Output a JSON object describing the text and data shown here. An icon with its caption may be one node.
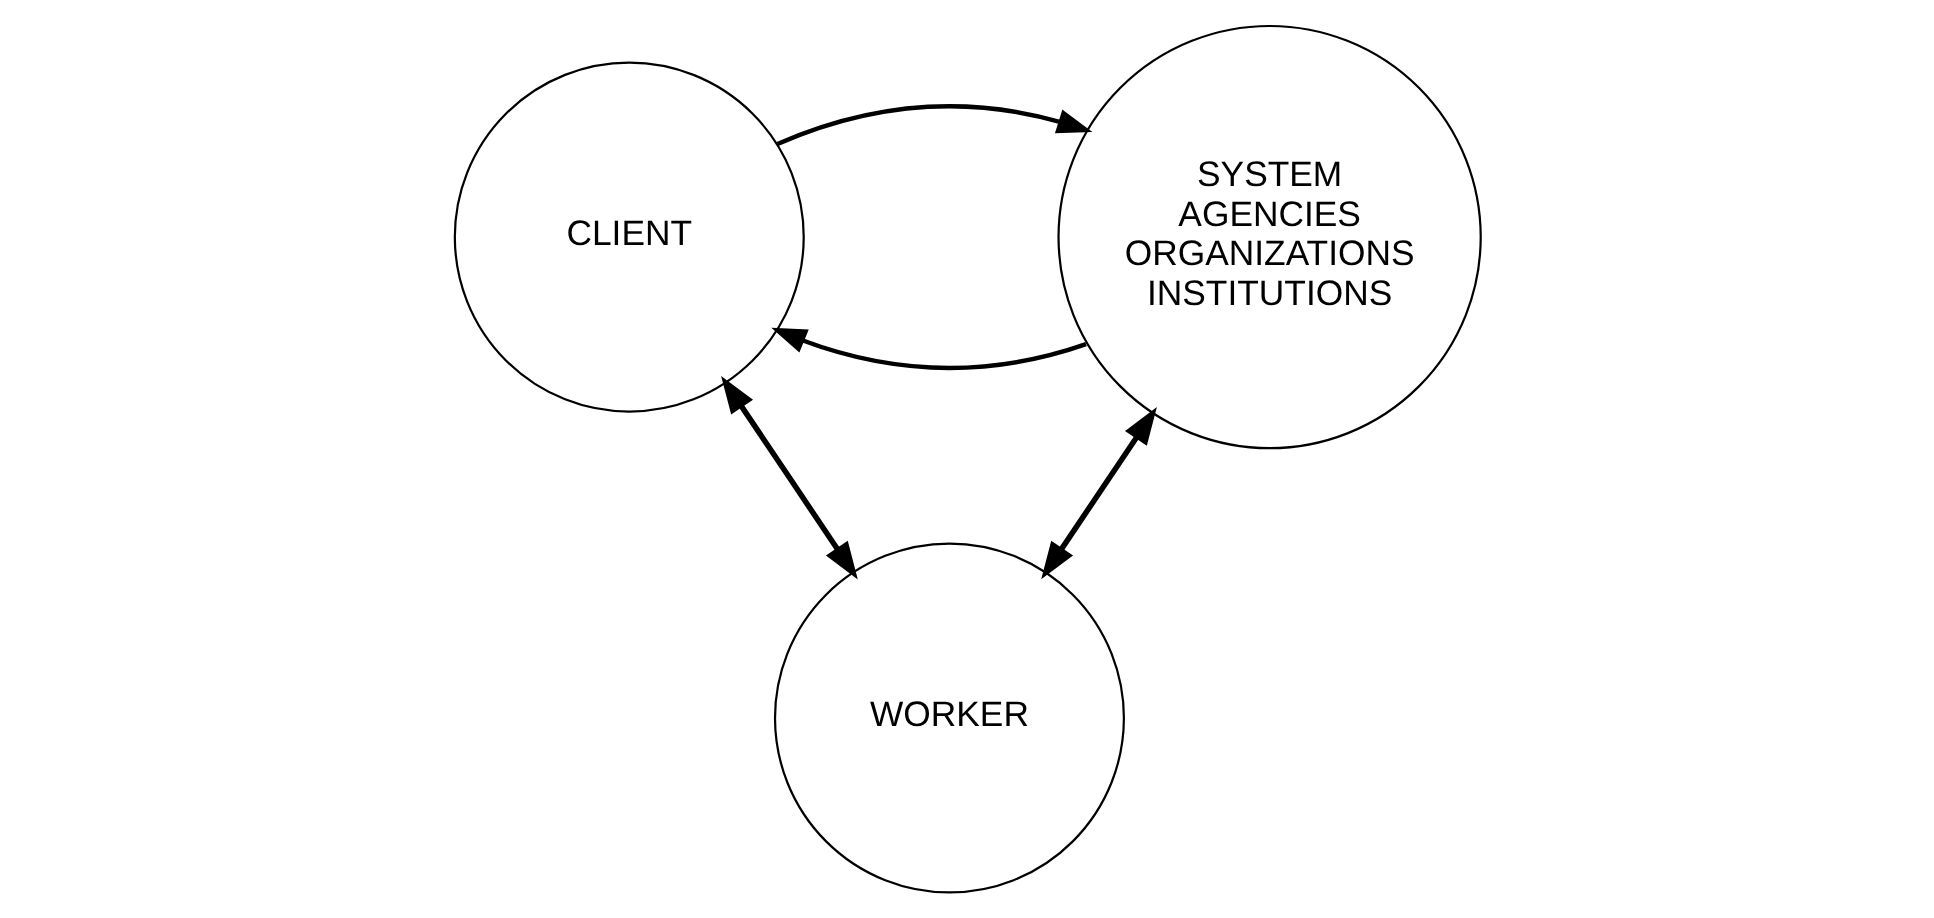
{
  "diagram": {
    "nodes": [
      {
        "text": [
          "CLIENT"
        ]
      },
      {
        "text": [
          "SYSTEM",
          "AGENCIES",
          "ORGANIZATIONS",
          "INSTITUTIONS"
        ]
      },
      {
        "text": [
          "WORKER"
        ]
      }
    ],
    "edges": [
      {
        "from": 1,
        "to": 0,
        "arrow": "to"
      },
      {
        "from": 0,
        "to": 1,
        "arrow": "to"
      },
      {
        "from": 0,
        "to": 2,
        "arrow": "both"
      },
      {
        "from": 1,
        "to": 2,
        "arrow": "both"
      }
    ]
  }
}
